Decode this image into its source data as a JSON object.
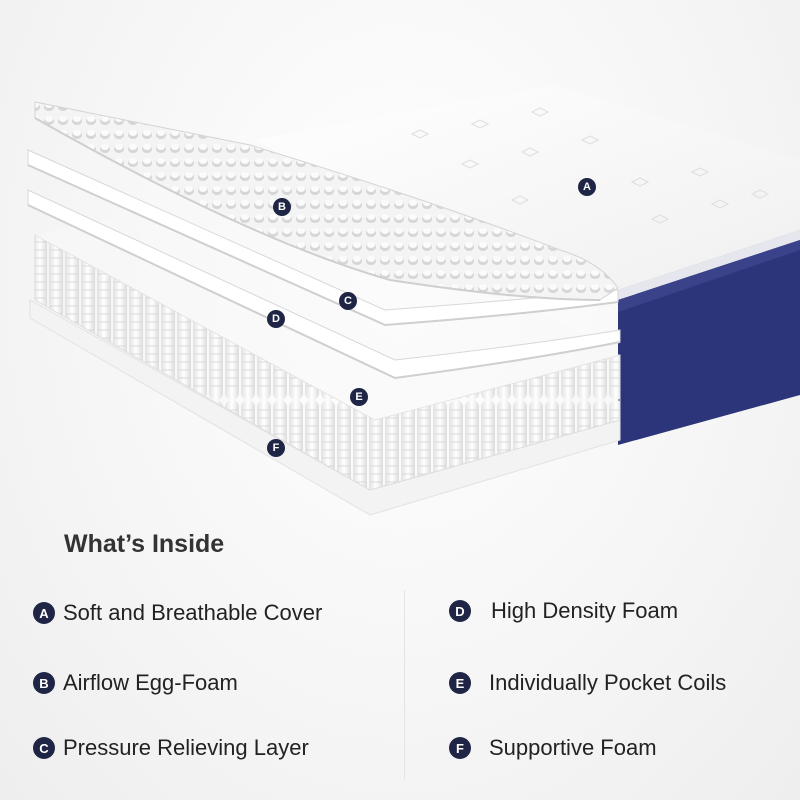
{
  "title": "What’s Inside",
  "colors": {
    "badge": "#1f2545",
    "side_panel": "#2d357a",
    "text": "#222222"
  },
  "markers": [
    "A",
    "B",
    "C",
    "D",
    "E",
    "F"
  ],
  "legend": [
    {
      "letter": "A",
      "label": "Soft and Breathable Cover"
    },
    {
      "letter": "B",
      "label": "Airflow Egg-Foam"
    },
    {
      "letter": "C",
      "label": "Pressure Relieving Layer"
    },
    {
      "letter": "D",
      "label": "High Density Foam"
    },
    {
      "letter": "E",
      "label": "Individually Pocket Coils"
    },
    {
      "letter": "F",
      "label": "Supportive Foam"
    }
  ]
}
